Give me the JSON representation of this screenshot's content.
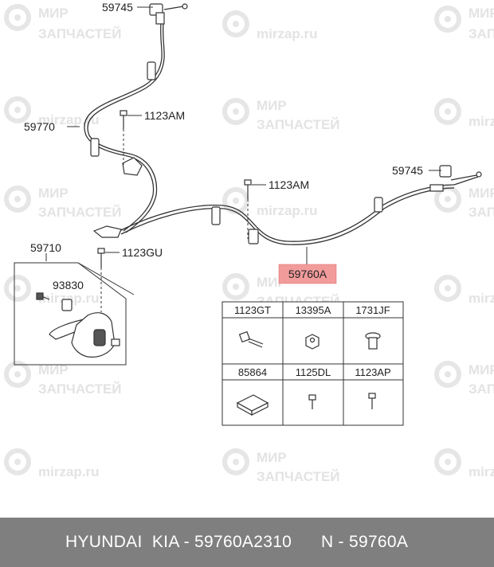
{
  "watermark": {
    "line1": "МИР",
    "line2": "ЗАПЧАСТЕЙ",
    "url": "mirzap.ru"
  },
  "callouts": {
    "c59745_top": "59745",
    "c59770": "59770",
    "c1123am_1": "1123AM",
    "c1123am_2": "1123AM",
    "c59745_right": "59745",
    "c59710": "59710",
    "c1123gu": "1123GU",
    "c93830": "93830",
    "c59760a": "59760A"
  },
  "parts_table": {
    "row1": [
      "1123GT",
      "13395A",
      "1731JF"
    ],
    "row2": [
      "85864",
      "1125DL",
      "1123AP"
    ]
  },
  "footer": {
    "text": "HYUNDAI  KIA - 59760A2310      N - 59760A"
  },
  "colors": {
    "highlight": "#f29b9b",
    "footer_bg": "#7f7f7f"
  }
}
